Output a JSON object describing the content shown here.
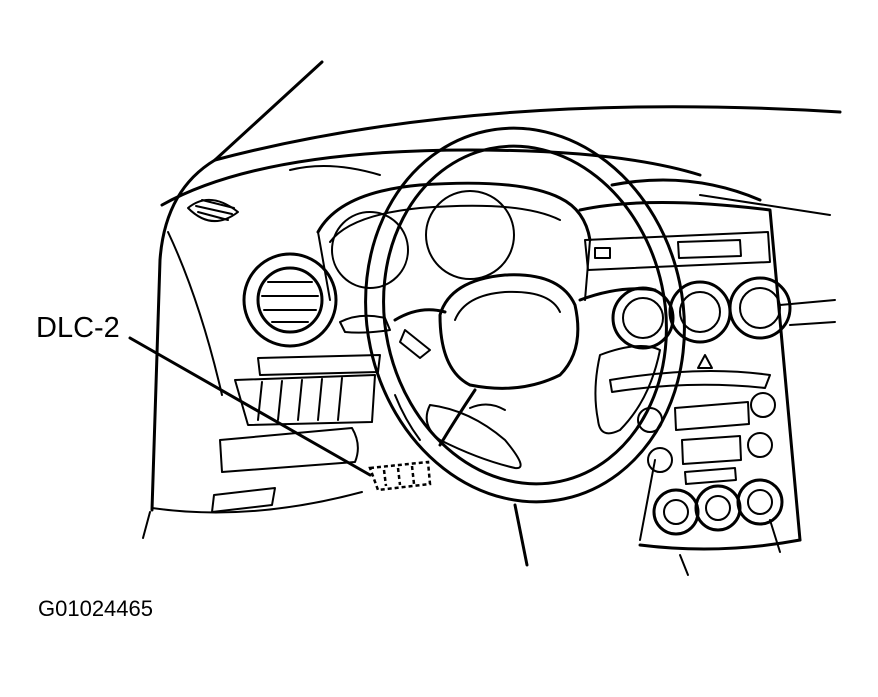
{
  "diagram": {
    "callout_label": "DLC-2",
    "figure_code": "G01024465",
    "icons": [
      "dashboard-illustration",
      "steering-wheel",
      "air-vent",
      "data-link-connector"
    ],
    "colors": {
      "ink": "#000000",
      "paper": "#ffffff"
    }
  }
}
